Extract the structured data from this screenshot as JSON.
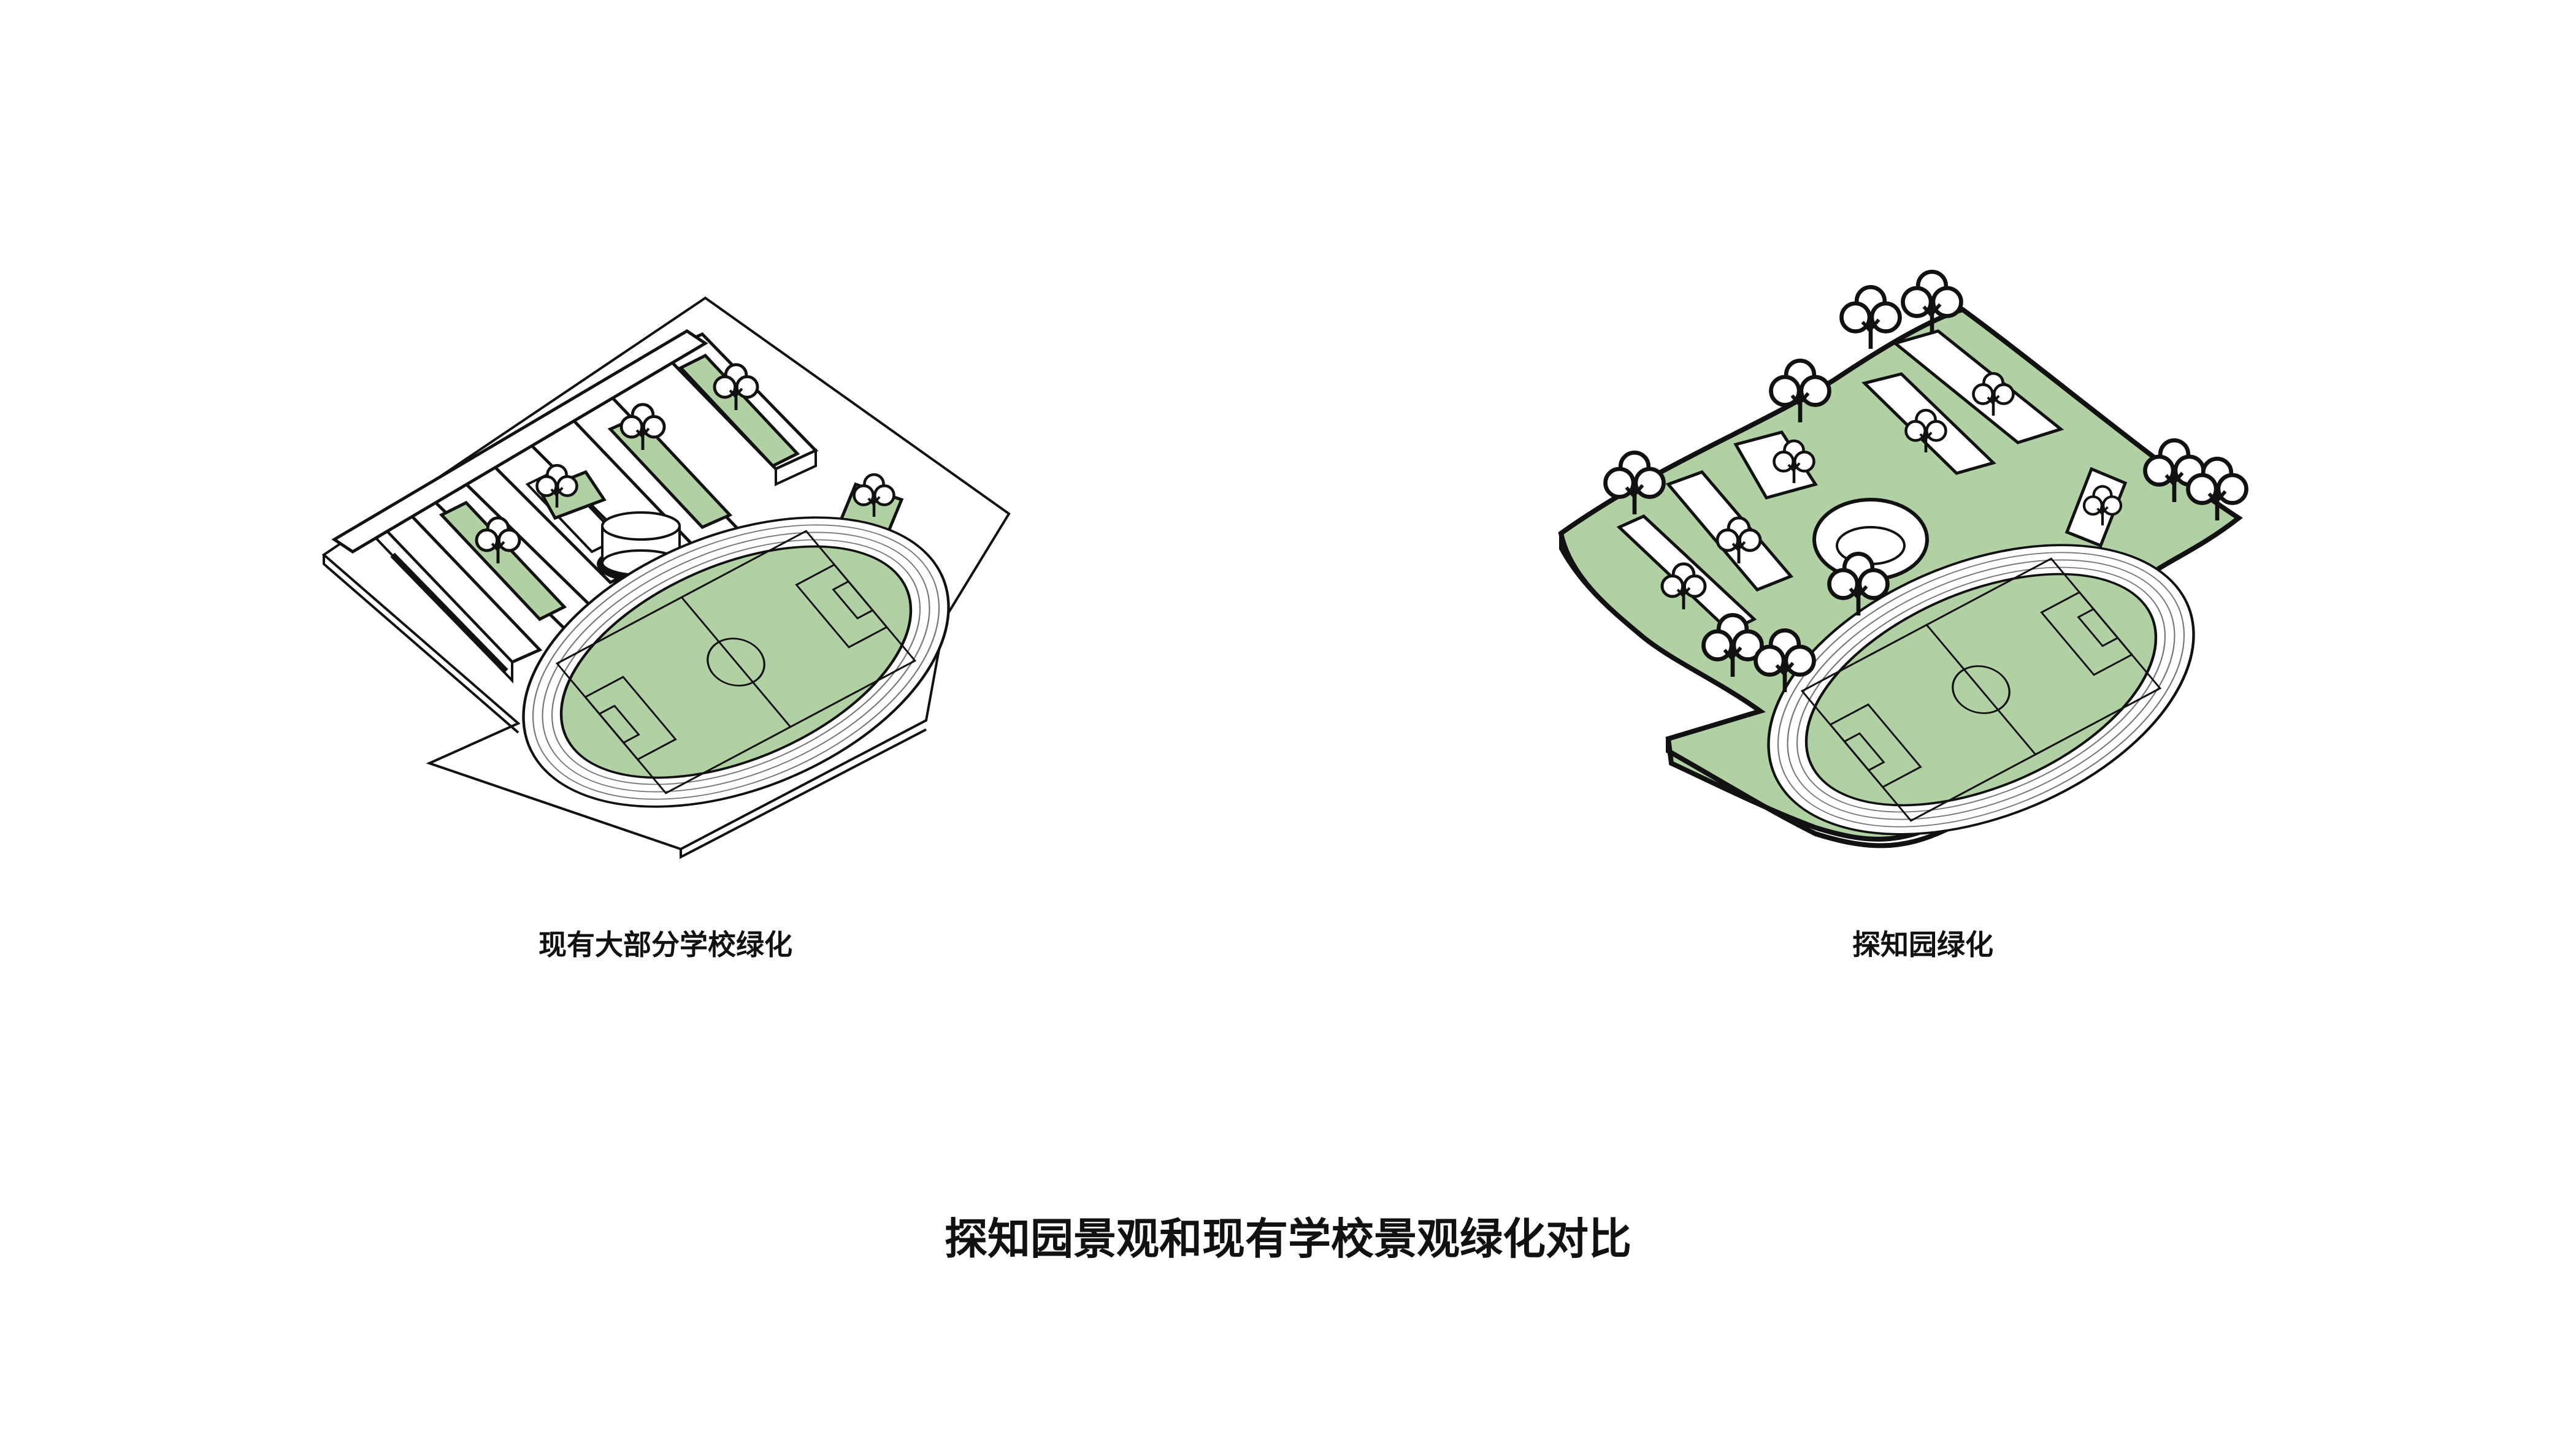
{
  "diagrams": [
    {
      "caption": "现有大部分学校绿化"
    },
    {
      "caption": "探知园绿化"
    }
  ],
  "main_title": "探知园景观和现有学校景观绿化对比",
  "colors": {
    "green": "#b1d0a4",
    "ink": "#111111",
    "paper": "#ffffff",
    "track": "#ffffff"
  }
}
